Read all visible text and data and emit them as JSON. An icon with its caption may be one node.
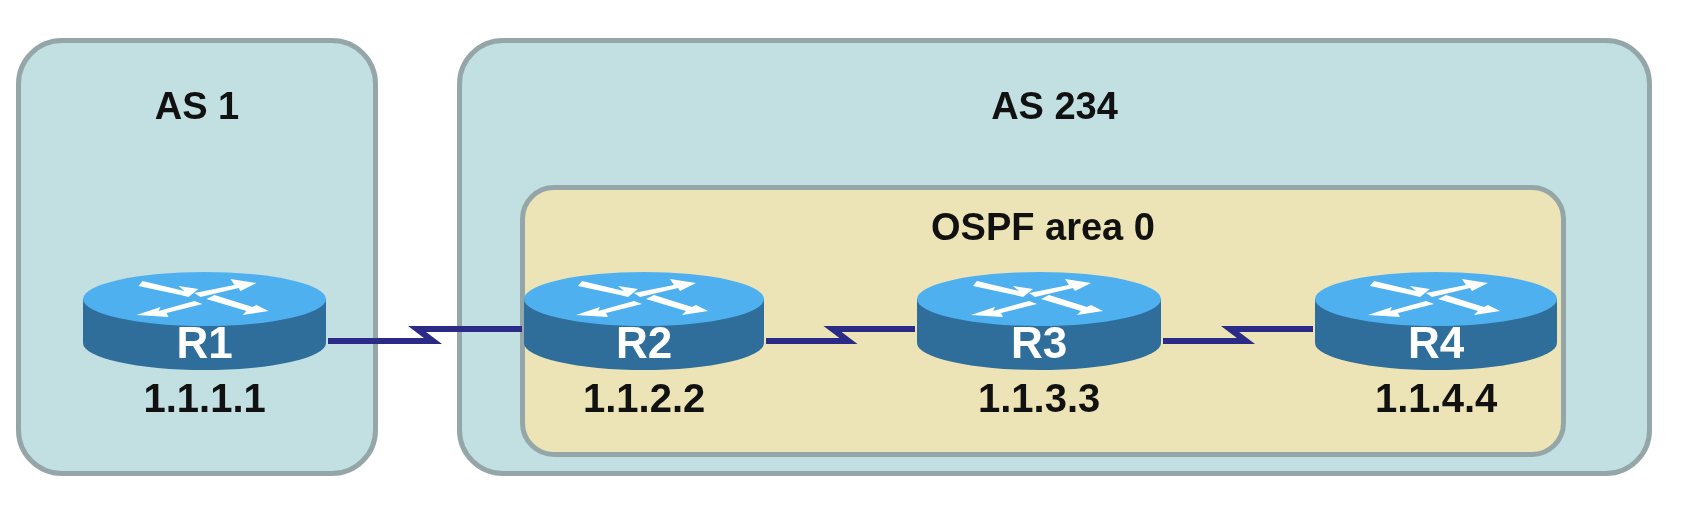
{
  "diagram": {
    "nodes": [
      {
        "text": [
          "AS 1"
        ]
      },
      {
        "text": [
          "AS 234"
        ]
      },
      {
        "text": [
          "OSPF area 0"
        ],
        "in": 1
      },
      {
        "text": [
          "R1"
        ],
        "in": 0,
        "beside": [
          "1.1.1.1"
        ]
      },
      {
        "text": [
          "R2"
        ],
        "in": 2,
        "beside": [
          "1.1.2.2"
        ]
      },
      {
        "text": [
          "R3"
        ],
        "in": 2,
        "beside": [
          "1.1.3.3"
        ]
      },
      {
        "text": [
          "R4"
        ],
        "in": 2,
        "beside": [
          "1.1.4.4"
        ]
      }
    ],
    "edges": [
      {
        "from": 3,
        "to": 4,
        "arrow": "none"
      },
      {
        "from": 4,
        "to": 5,
        "arrow": "none"
      },
      {
        "from": 5,
        "to": 6,
        "arrow": "none"
      }
    ]
  }
}
